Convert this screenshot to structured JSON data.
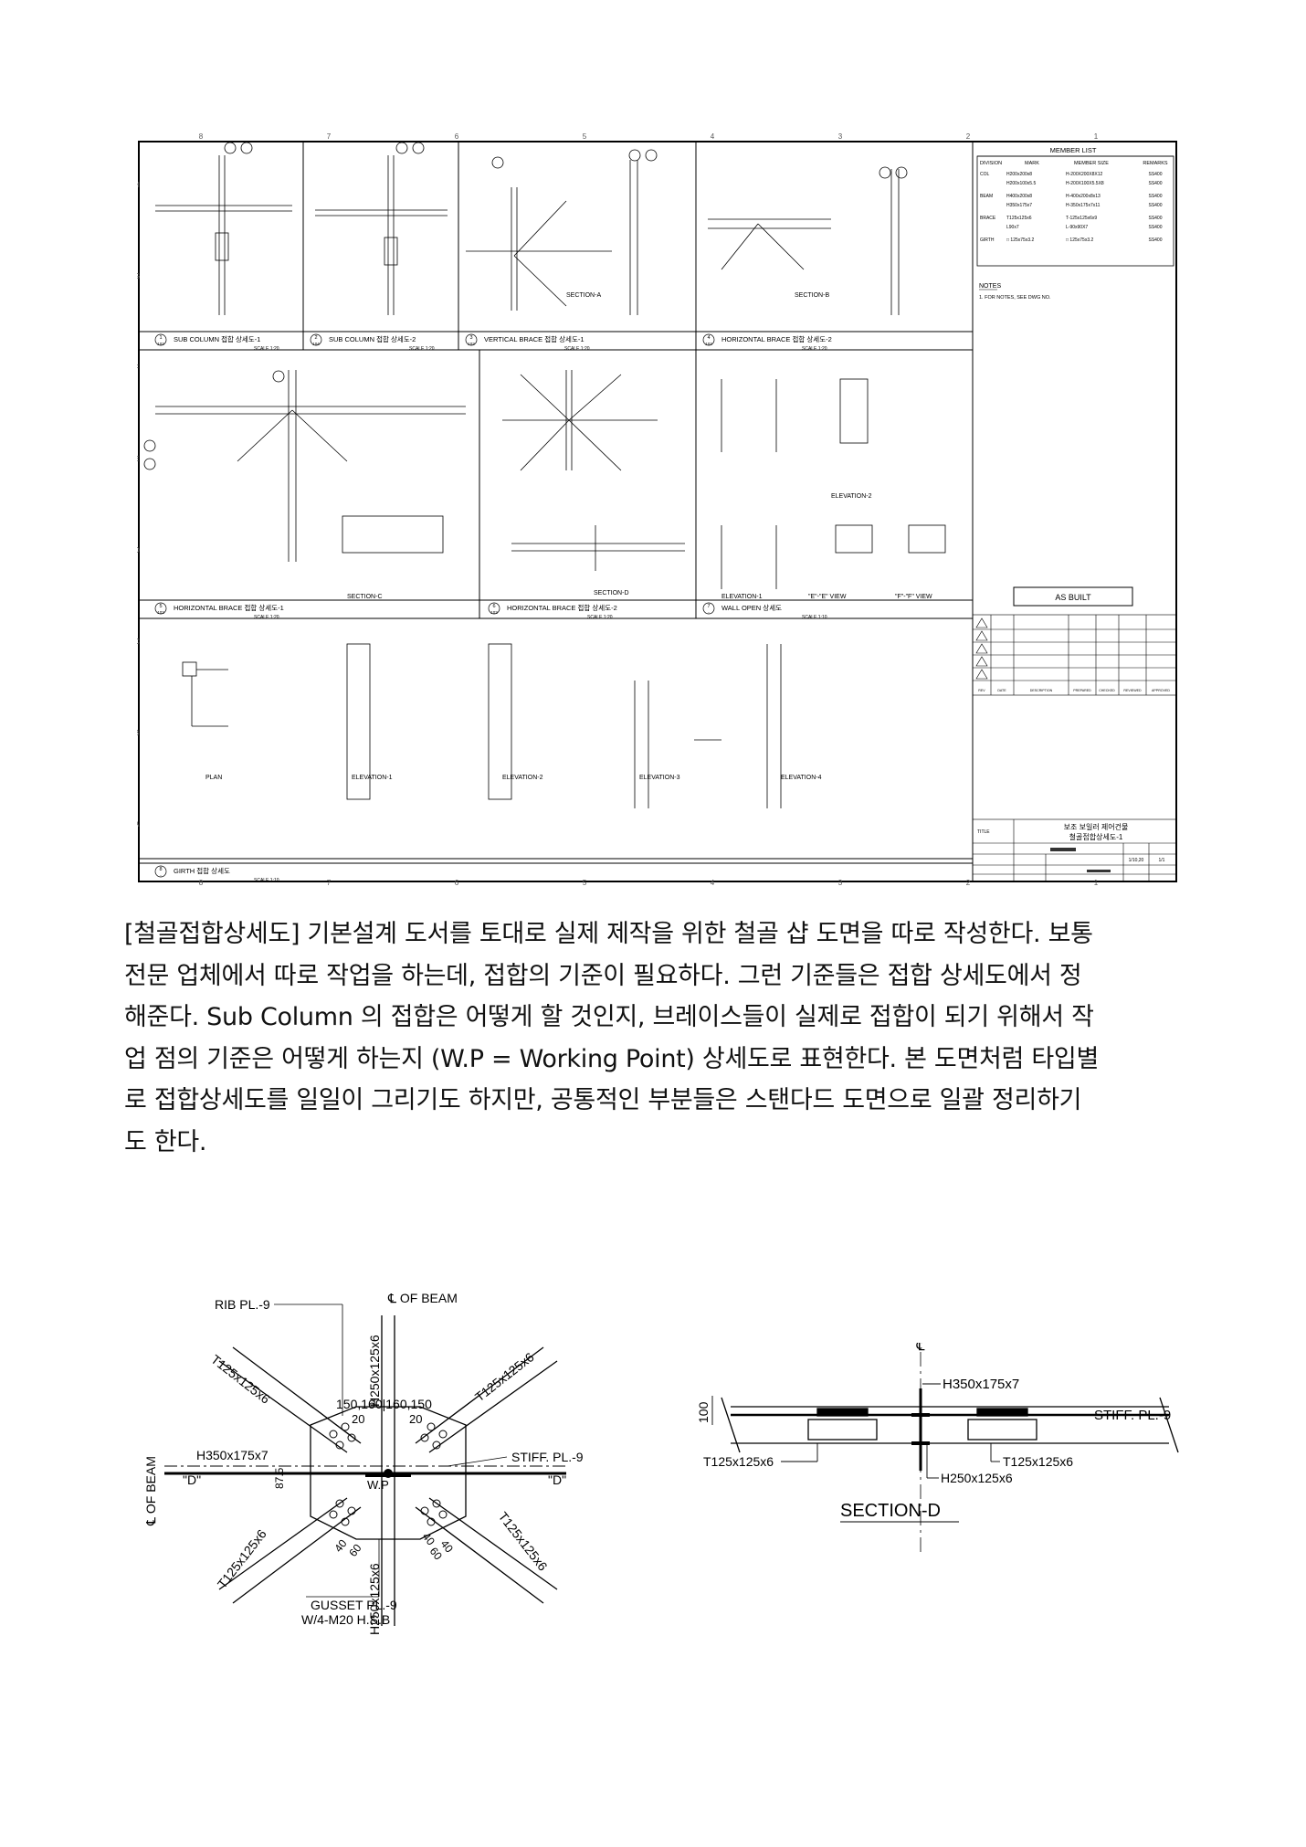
{
  "drawing": {
    "border_numbers": [
      "8",
      "7",
      "6",
      "5",
      "4",
      "3",
      "2",
      "1"
    ],
    "border_letters": [
      "H",
      "G",
      "F",
      "E",
      "D",
      "C",
      "B",
      "A"
    ],
    "member_list": {
      "title": "MEMBER LIST",
      "headers": [
        "DIVISION",
        "MARK",
        "MEMBER SIZE",
        "REMARKS"
      ],
      "rows": [
        [
          "COL",
          "H200x200x8",
          "H-200X200X8X12",
          "SS400"
        ],
        [
          "",
          "H200x100x5.5",
          "H-200X100X5.5X8",
          "SS400"
        ],
        [
          "BEAM",
          "H400x200x8",
          "H-400x200x8x13",
          "SS400"
        ],
        [
          "",
          "H350x175x7",
          "H-350x175x7x11",
          "SS400"
        ],
        [
          "BRACE",
          "T125x125x6",
          "T-125x125x6x9",
          "SS400"
        ],
        [
          "",
          "L90x7",
          "L-90x90X7",
          "SS400"
        ],
        [
          "GIRTH",
          "□ 125x75x3.2",
          "□ 125x75x3.2",
          "SS400"
        ]
      ]
    },
    "notes_title": "NOTES",
    "notes_text": "1. FOR NOTES, SEE DWG NO.",
    "stamp": "AS BUILT",
    "revision_headers": [
      "REV",
      "DATE",
      "DESCRIPTION",
      "PREPARED",
      "CHECKED",
      "REVIEWED",
      "APPROVED"
    ],
    "title_block": {
      "owner": "TITLE",
      "line1": "보조 보일러 제어건물",
      "line2": "철골접합상세도-1",
      "scale": "1/10,20",
      "sheet": "1/1"
    },
    "details": [
      {
        "num": "1",
        "ref": "103",
        "title": "SUB COLUMN 접합 상세도-1",
        "scale": "SCALE 1:20"
      },
      {
        "num": "2",
        "ref": "104",
        "title": "SUB COLUMN 접합 상세도-2",
        "scale": "SCALE 1:20"
      },
      {
        "num": "3",
        "ref": "103",
        "title": "VERTICAL BRACE 접합 상세도-1",
        "scale": "SCALE 1:20"
      },
      {
        "num": "4",
        "ref": "103",
        "title": "HORIZONTAL BRACE 접합 상세도-2",
        "scale": "SCALE 1:20"
      },
      {
        "num": "5",
        "ref": "102",
        "title": "HORIZONTAL BRACE 접합 상세도-1",
        "scale": "SCALE 1:20"
      },
      {
        "num": "6",
        "ref": "102",
        "title": "HORIZONTAL BRACE 접합 상세도-2",
        "scale": "SCALE 1:20"
      },
      {
        "num": "7",
        "ref": "-",
        "title": "WALL OPEN 상세도",
        "scale": "SCALE 1:10"
      },
      {
        "num": "8",
        "ref": "-",
        "title": "GIRTH 접합 상세도",
        "scale": "SCALE 1:10"
      }
    ],
    "section_labels": [
      "SECTION-A",
      "SECTION-B",
      "SECTION-C",
      "SECTION-D",
      "ELEVATION-1",
      "ELEVATION-2",
      "\"E\"-\"E\" VIEW",
      "\"F\"-\"F\" VIEW",
      "PLAN",
      "ELEVATION-1",
      "ELEVATION-2",
      "ELEVATION-3",
      "ELEVATION-4"
    ]
  },
  "paragraph": [
    "[철골접합상세도] 기본설계 도서를 토대로 실제 제작을 위한 철골 샵 도면을 따로 작성한다. 보통",
    "전문 업체에서 따로 작업을 하는데, 접합의 기준이 필요하다. 그런 기준들은 접합 상세도에서 정",
    "해준다. Sub Column 의 접합은 어떻게 할 것인지, 브레이스들이 실제로 접합이 되기 위해서 작",
    "업 점의 기준은 어떻게 하는지 (W.P = Working Point) 상세도로 표현한다. 본 도면처럼 타입별",
    "로 접합상세도를 일일이 그리기도 하지만, 공통적인 부분들은 스탠다드 도면으로 일괄 정리하기",
    "도 한다."
  ],
  "detail_left": {
    "rib": "RIB PL.-9",
    "cl_beam_top": "℄ OF BEAM",
    "cl_beam_side": "℄ OF BEAM",
    "col_top": "H250x125x6",
    "col_bottom": "H250x125x6",
    "brace_tl": "T125x125x6",
    "brace_tr": "T125x125x6",
    "brace_bl": "T125x125x6",
    "brace_br": "T125x125x6",
    "beam": "H350x175x7",
    "dims_top": "150,160|160,150",
    "dim_20a": "20",
    "dim_20b": "20",
    "dim_875": "87.5",
    "wp": "W.P",
    "stiff": "STIFF. PL.-9",
    "d_left": "\"D\"",
    "d_right": "\"D\"",
    "dim_40a": "40",
    "dim_60a": "60",
    "dim_40b": "40",
    "dim_60b": "60",
    "dim_40c": "40",
    "gusset": "GUSSET PL.-9",
    "bolts": "W/4-M20  H.S.B"
  },
  "detail_right": {
    "cl": "℄",
    "beam": "H350x175x7",
    "stiff": "STIFF. PL.-9",
    "dim": "100",
    "t_left": "T125x125x6",
    "t_right": "T125x125x6",
    "h_bottom": "H250x125x6",
    "title": "SECTION-D"
  }
}
